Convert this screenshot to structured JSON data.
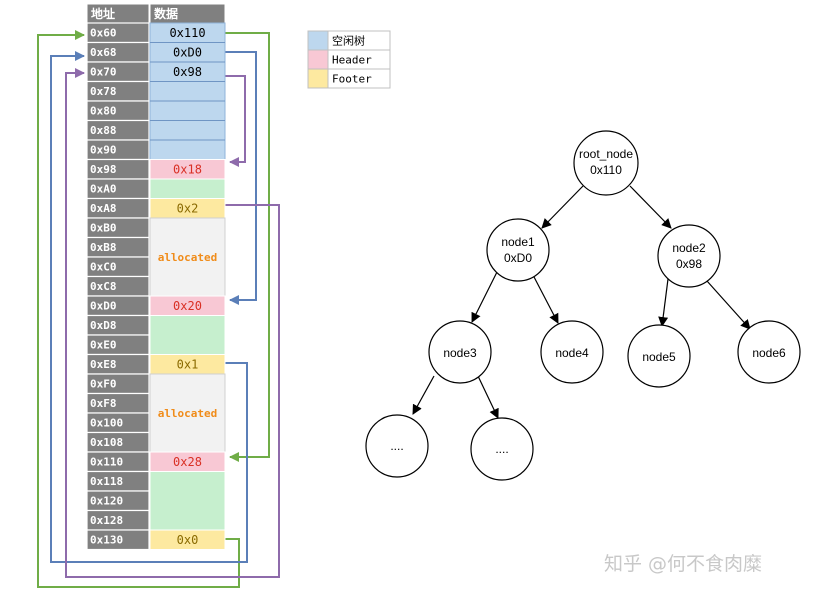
{
  "memory_table": {
    "header": {
      "address": "地址",
      "data": "数据"
    },
    "addresses": [
      "0x60",
      "0x68",
      "0x70",
      "0x78",
      "0x80",
      "0x88",
      "0x90",
      "0x98",
      "0xA0",
      "0xA8",
      "0xB0",
      "0xB8",
      "0xC0",
      "0xC8",
      "0xD0",
      "0xD8",
      "0xE0",
      "0xE8",
      "0xF0",
      "0xF8",
      "0x100",
      "0x108",
      "0x110",
      "0x118",
      "0x120",
      "0x128",
      "0x130"
    ],
    "values": [
      {
        "row": 0,
        "text": "0x110",
        "kind": "free"
      },
      {
        "row": 1,
        "text": "0xD0",
        "kind": "free"
      },
      {
        "row": 2,
        "text": "0x98",
        "kind": "free"
      },
      {
        "row": 7,
        "text": "0x18",
        "kind": "header"
      },
      {
        "row": 9,
        "text": "0x2",
        "kind": "footer"
      },
      {
        "row": 14,
        "text": "0x20",
        "kind": "header"
      },
      {
        "row": 17,
        "text": "0x1",
        "kind": "footer"
      },
      {
        "row": 22,
        "text": "0x28",
        "kind": "header"
      },
      {
        "row": 26,
        "text": "0x0",
        "kind": "footer"
      }
    ],
    "fills": [
      {
        "from": 0,
        "to": 6,
        "kind": "free"
      },
      {
        "from": 7,
        "to": 7,
        "kind": "header"
      },
      {
        "from": 8,
        "to": 8,
        "kind": "body"
      },
      {
        "from": 9,
        "to": 9,
        "kind": "footer"
      },
      {
        "from": 10,
        "to": 13,
        "kind": "allocated"
      },
      {
        "from": 14,
        "to": 14,
        "kind": "header"
      },
      {
        "from": 15,
        "to": 16,
        "kind": "body"
      },
      {
        "from": 17,
        "to": 17,
        "kind": "footer"
      },
      {
        "from": 18,
        "to": 21,
        "kind": "allocated"
      },
      {
        "from": 22,
        "to": 22,
        "kind": "header"
      },
      {
        "from": 23,
        "to": 25,
        "kind": "body"
      },
      {
        "from": 26,
        "to": 26,
        "kind": "footer"
      }
    ],
    "allocated_label": "allocated"
  },
  "legend": [
    {
      "label": "空闲树",
      "color": "#bdd7ee"
    },
    {
      "label": "Header",
      "color": "#f8c8d4"
    },
    {
      "label": "Footer",
      "color": "#fde9a0"
    }
  ],
  "colors": {
    "free": "#bdd7ee",
    "header": "#f8c8d4",
    "footer": "#fde9a0",
    "body": "#c6efce",
    "allocated": "#f2f2f2",
    "address": "#808080",
    "arrow_green": "#70ad47",
    "arrow_blue": "#5b7fb8",
    "arrow_purple": "#8e6bab"
  },
  "tree": {
    "nodes": [
      {
        "id": "root",
        "lines": [
          "root_node",
          "0x110"
        ]
      },
      {
        "id": "node1",
        "lines": [
          "node1",
          "0xD0"
        ]
      },
      {
        "id": "node2",
        "lines": [
          "node2",
          "0x98"
        ]
      },
      {
        "id": "node3",
        "lines": [
          "node3"
        ]
      },
      {
        "id": "node4",
        "lines": [
          "node4"
        ]
      },
      {
        "id": "node5",
        "lines": [
          "node5"
        ]
      },
      {
        "id": "node6",
        "lines": [
          "node6"
        ]
      },
      {
        "id": "dots1",
        "lines": [
          "...."
        ]
      },
      {
        "id": "dots2",
        "lines": [
          "...."
        ]
      }
    ]
  },
  "watermark": "知乎 @何不食肉糜"
}
